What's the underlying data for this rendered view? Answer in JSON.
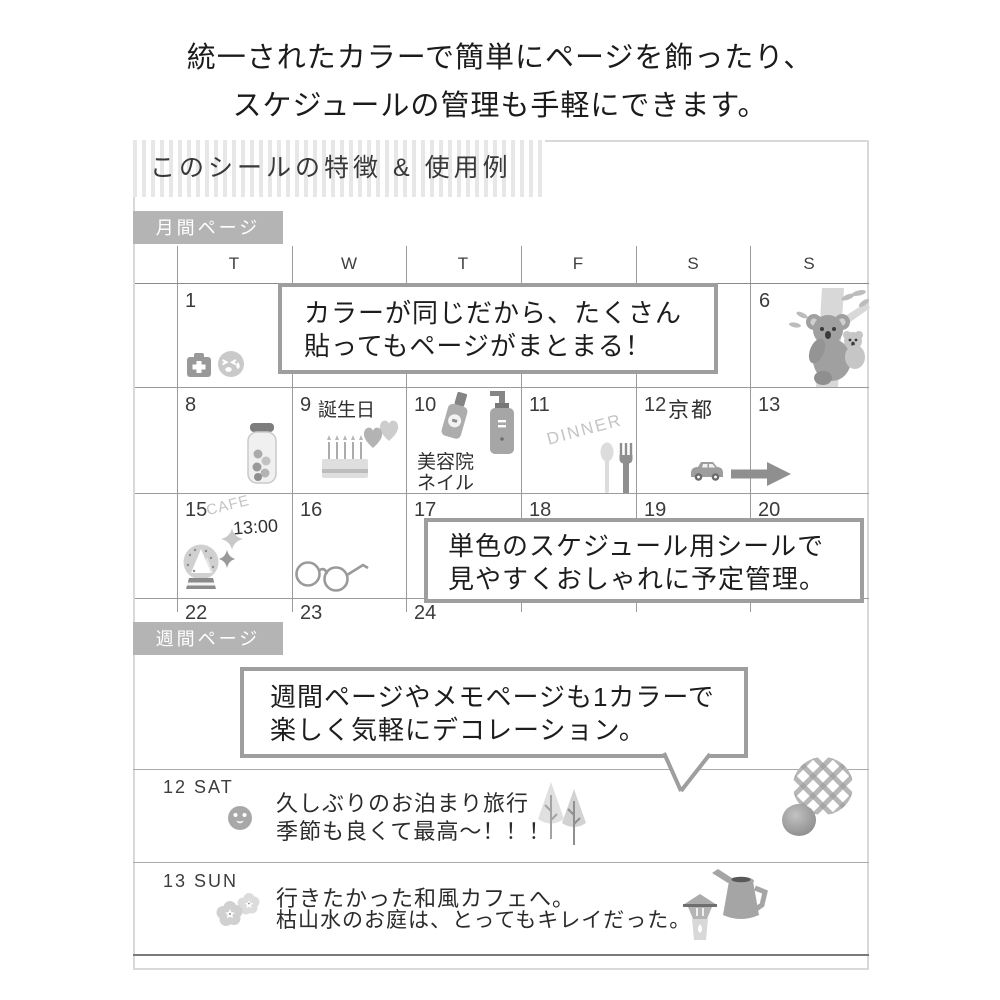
{
  "headline": {
    "line1": "統一されたカラーで簡単にページを飾ったり、",
    "line2": "スケジュールの管理も手軽にできます。"
  },
  "feature_title": "このシールの特徴 & 使用例",
  "sections": {
    "monthly_label": "月間ページ",
    "weekly_label": "週間ページ"
  },
  "calendar": {
    "day_headers": [
      "T",
      "W",
      "T",
      "F",
      "S",
      "S"
    ],
    "dates": {
      "d1": "1",
      "d6": "6",
      "d8": "8",
      "d9": "9",
      "d10": "10",
      "d11": "11",
      "d12": "12",
      "d13": "13",
      "d15": "15",
      "d16": "16",
      "d17": "17",
      "d18": "18",
      "d19": "19",
      "d20": "20",
      "d22": "22",
      "d23": "23",
      "d24": "24"
    },
    "notes": {
      "birthday": "誕生日",
      "salon": "美容院",
      "nail": "ネイル",
      "dinner": "DINNER",
      "kyoto": "京都",
      "cafe": "CAFE",
      "cafe_time": "13:00"
    }
  },
  "bubbles": {
    "monthly": {
      "line1": "カラーが同じだから、たくさん",
      "line2": "貼ってもページがまとまる！"
    },
    "schedule": {
      "line1": "単色のスケジュール用シールで",
      "line2": "見やすくおしゃれに予定管理。"
    },
    "weekly": {
      "line1": "週間ページやメモページも1カラーで",
      "line2": "楽しく気軽にデコレーション。"
    }
  },
  "weekly": {
    "sat": {
      "date_label": "12 SAT",
      "line1": "久しぶりのお泊まり旅行",
      "line2": "季節も良くて最高〜！！！"
    },
    "sun": {
      "date_label": "13 SUN",
      "line1": "行きたかった和風カフェへ。",
      "line2": "枯山水のお庭は、とってもキレイだった。"
    }
  },
  "icons": {
    "first_aid": "first-aid-kit-icon",
    "crying_face": "crying-face-icon",
    "koala": "koala-on-tree-icon",
    "candy_jar": "candy-jar-icon",
    "birthday_cake": "birthday-cake-icon",
    "hearts": "hearts-icon",
    "nail_polish": "nail-polish-icon",
    "pump_bottle": "pump-bottle-icon",
    "spoon_fork": "spoon-fork-icon",
    "car": "car-icon",
    "arrow": "arrow-right-icon",
    "snow_globe": "snow-globe-icon",
    "sparkles": "sparkle-stars-icon",
    "glasses": "glasses-icon",
    "smiley": "smiley-face-icon",
    "trees": "trees-icon",
    "check_ball": "gingham-ball-icon",
    "gray_ball": "gray-ball-icon",
    "flowers": "flowers-icon",
    "dripper": "coffee-dripper-icon",
    "kettle": "coffee-pot-icon"
  },
  "colors": {
    "label_bg": "#b4b4b4",
    "bubble_border": "#9e9e9e",
    "grid_line": "#9b9b9b",
    "frame_border": "#d9d9d9",
    "stripe": "#e7e7e7",
    "icon_light": "#d3d3d3",
    "icon_mid": "#a4a4a4",
    "icon_dark": "#7d7d7d",
    "text_dark": "#1b1b1b",
    "handwriting": "#2b2b2b"
  }
}
